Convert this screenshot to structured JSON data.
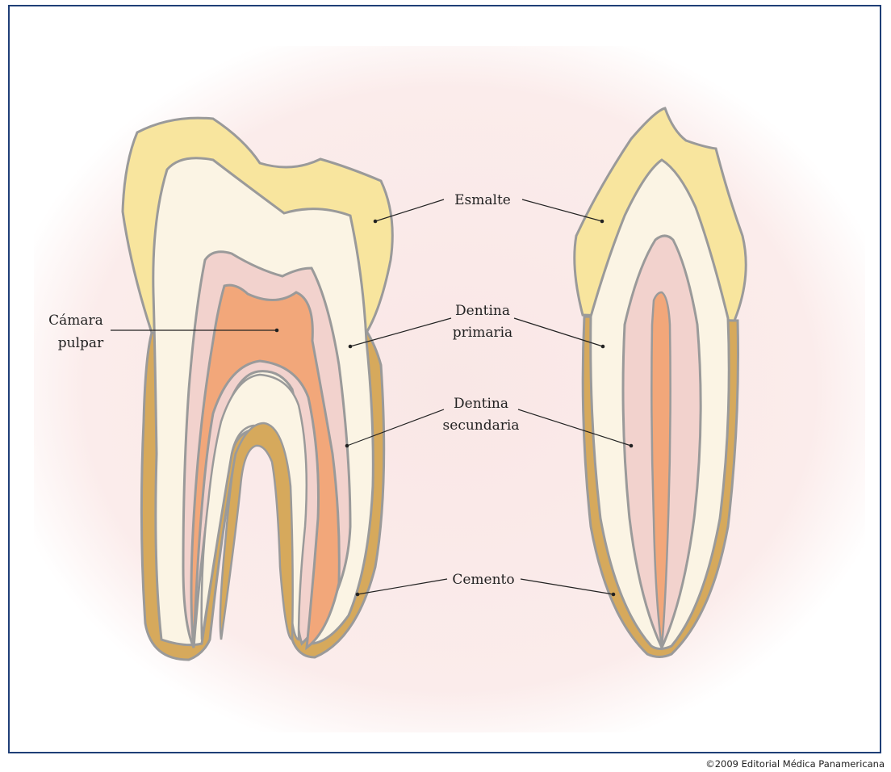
{
  "labels": {
    "esmalte": "Esmalte",
    "camara_l1": "Cámara",
    "camara_l2": "pulpar",
    "dentina_primaria_l1": "Dentina",
    "dentina_primaria_l2": "primaria",
    "dentina_secundaria_l1": "Dentina",
    "dentina_secundaria_l2": "secundaria",
    "cemento": "Cemento"
  },
  "copyright": "©2009 Editorial Médica Panamericana",
  "colors": {
    "frame": "#1f3f77",
    "background": "#f9eaea",
    "enamel": "#f8e59e",
    "primary_dentin": "#fbf4e4",
    "secondary_dentin": "#f2d2cd",
    "pulp": "#f2a77a",
    "cementum": "#d6a95c",
    "outline": "#9a9a9a"
  }
}
